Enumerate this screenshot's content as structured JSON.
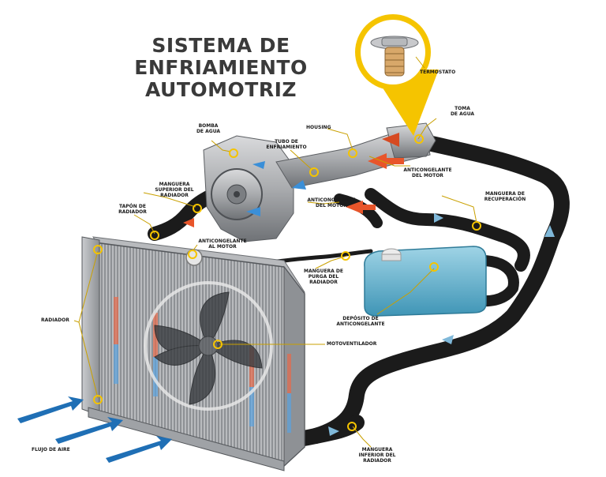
{
  "title": {
    "line1": "SISTEMA DE",
    "line2": "ENFRIAMIENTO",
    "line3": "AUTOMOTRIZ"
  },
  "labels": {
    "termostato": "TERMOSTATO",
    "toma_de_agua": "TOMA\nDE AGUA",
    "bomba_de_agua": "BOMBA\nDE AGUA",
    "housing": "HOUSING",
    "tubo_de_enfriamiento": "TUBO DE\nENFRIAMIENTO",
    "anticongelante_del_motor_right": "ANTICONGELANTE\nDEL MOTOR",
    "manguera_superior": "MANGUERA\nSUPERIOR DEL\nRADIADOR",
    "anticongelante_del_motor_mid": "ANTICONGELANTE\nDEL MOTOR",
    "manguera_de_recuperacion": "MANGUERA DE\nRECUPERACIÓN",
    "tapon_de_radiador": "TAPÓN DE\nRADIADOR",
    "anticongelante_al_motor": "ANTICONGELANTE\nAL MOTOR",
    "manguera_de_purga": "MANGUERA DE\nPURGA DEL\nRADIADOR",
    "deposito_de_anticongelante": "DEPÓSITO DE\nANTICONGELANTE",
    "radiador": "RADIADOR",
    "motoventilador": "MOTOVENTILADOR",
    "flujo_de_aire": "FLUJO DE AIRE",
    "manguera_inferior": "MANGUERA\nINFERIOR DEL\nRADIADOR"
  },
  "colors": {
    "callout": "#f5c400",
    "hose": "#1b1b1b",
    "coolant": "#4ea9c9",
    "hot_arrow": "#e8552a",
    "cold_arrow": "#3a8fd8",
    "air_arrow": "#1f6fb5"
  }
}
